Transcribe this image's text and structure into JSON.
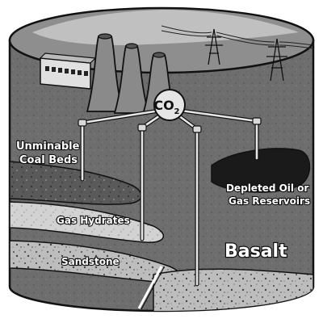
{
  "hub": {
    "text": "CO",
    "subscript": "2"
  },
  "labels": {
    "coal": [
      "Unminable",
      "Coal Beds"
    ],
    "reservoir": [
      "Depleted Oil or",
      "Gas Reservoirs"
    ],
    "hydrates": "Gas Hydrates",
    "sandstone": "Sandstone",
    "basalt": "Basalt"
  },
  "colors": {
    "outline": "#111111",
    "ground": "#7a7a7a",
    "surface": "#8e8e8e",
    "sky": "#dcdcdc",
    "stack": "#8a8a8a",
    "pipe": "#e6e6e6"
  }
}
